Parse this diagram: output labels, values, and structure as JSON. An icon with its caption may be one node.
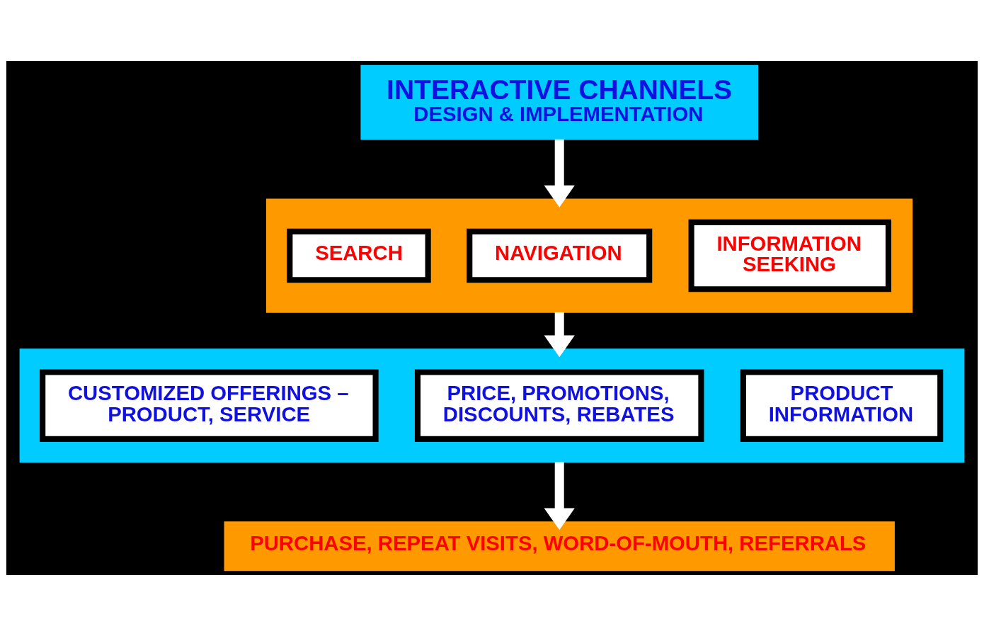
{
  "diagram": {
    "nodes": [
      {
        "text": [
          "INTERACTIVE CHANNELS",
          "DESIGN & IMPLEMENTATION"
        ]
      },
      {
        "text": [],
        "shape": "box"
      },
      {
        "text": [
          "SEARCH"
        ],
        "in": 1
      },
      {
        "text": [
          "NAVIGATION"
        ],
        "in": 1
      },
      {
        "text": [
          "INFORMATION SEEKING"
        ],
        "in": 1
      },
      {
        "text": [],
        "shape": "box"
      },
      {
        "text": [
          "CUSTOMIZED OFFERINGS – PRODUCT, SERVICE"
        ],
        "in": 5
      },
      {
        "text": [
          "PRICE, PROMOTIONS, DISCOUNTS, REBATES"
        ],
        "in": 5
      },
      {
        "text": [
          "PRODUCT INFORMATION"
        ],
        "in": 5
      },
      {
        "text": [
          "PURCHASE, REPEAT VISITS, WORD-OF-MOUTH, REFERRALS"
        ]
      }
    ],
    "edges": [
      {
        "from": 0,
        "to": 1,
        "arrow": "to"
      },
      {
        "from": 1,
        "to": 5,
        "arrow": "to"
      },
      {
        "from": 5,
        "to": 9,
        "arrow": "to"
      }
    ]
  }
}
